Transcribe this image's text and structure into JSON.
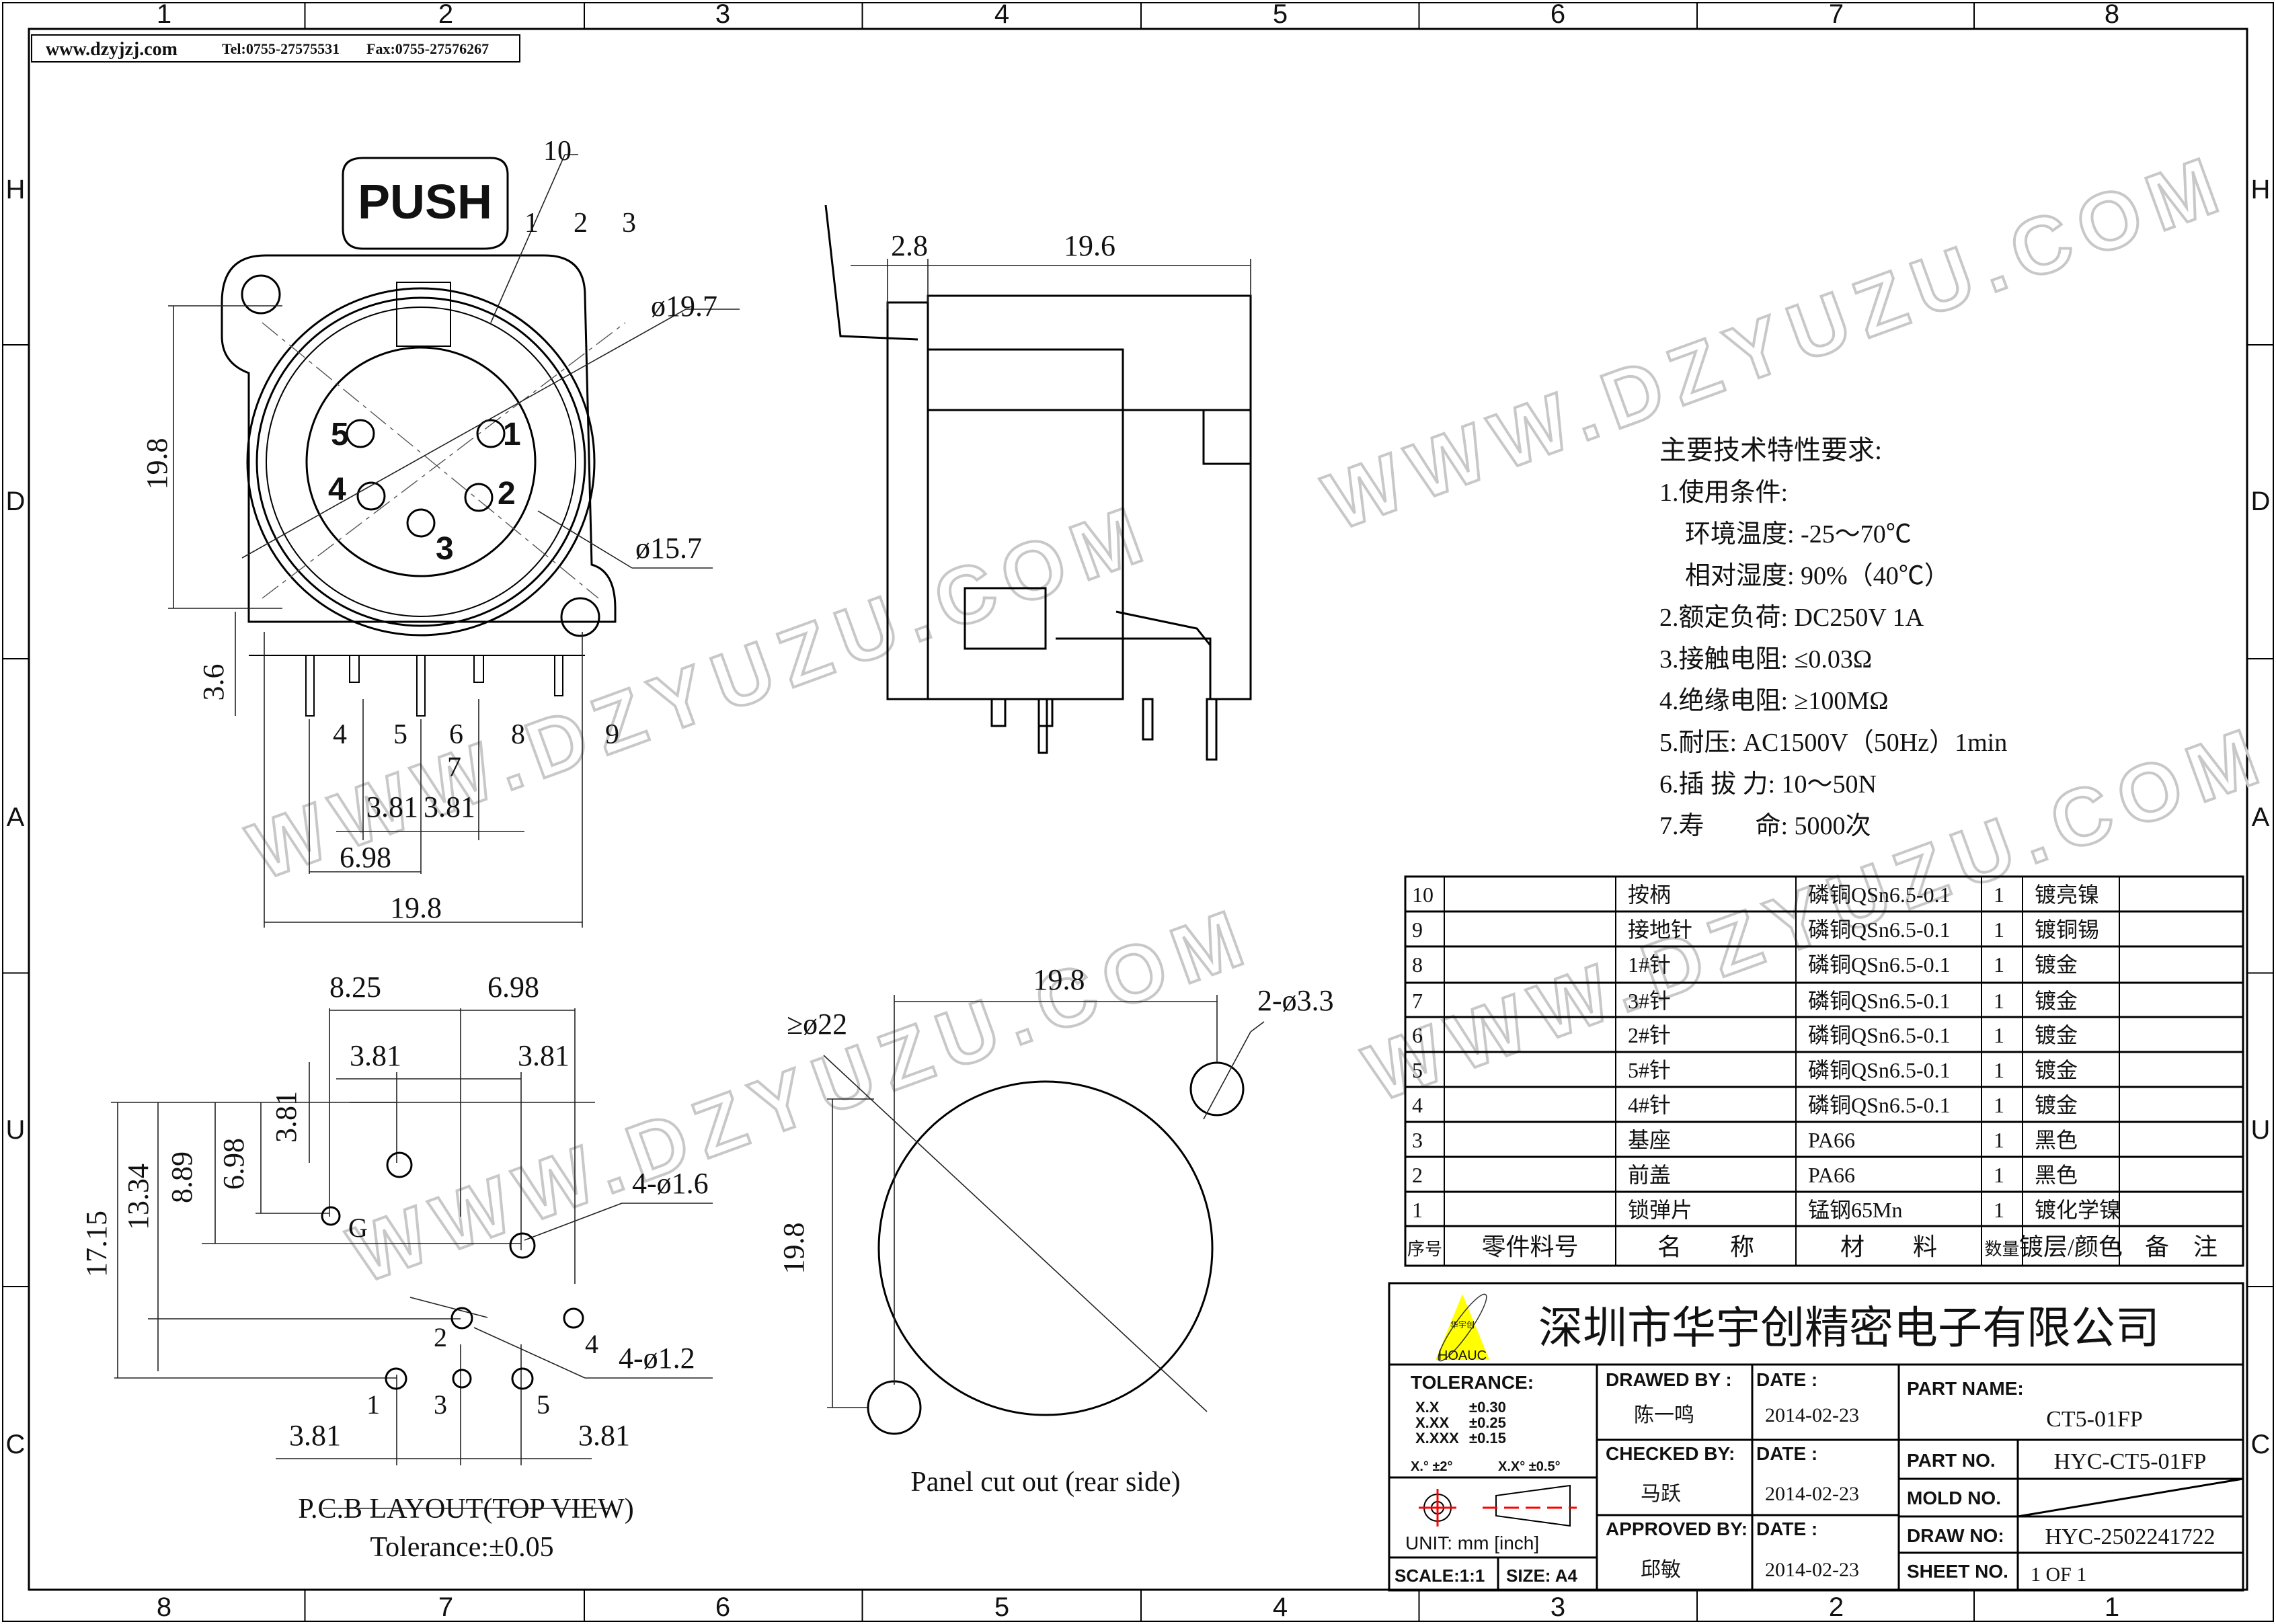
{
  "header": {
    "website": "www.dzyjzj.com",
    "tel": "Tel:0755-27575531",
    "fax": "Fax:0755-27576267"
  },
  "zones": {
    "top": [
      "1",
      "2",
      "3",
      "4",
      "5",
      "6",
      "7",
      "8"
    ],
    "bottom": [
      "8",
      "7",
      "6",
      "5",
      "4",
      "3",
      "2",
      "1"
    ],
    "side": [
      "H",
      "D",
      "A",
      "U",
      "C"
    ]
  },
  "watermark": "WWW.DZYUZU.COM",
  "front_view": {
    "push_label": "PUSH",
    "callouts": [
      "10",
      "1",
      "2",
      "3",
      "4",
      "5",
      "6",
      "7",
      "8",
      "9"
    ],
    "pin_numbers": [
      "5",
      "1",
      "4",
      "2",
      "3"
    ],
    "dims": {
      "outer_dia": "ø19.7",
      "inner_dia": "ø15.7",
      "height": "19.8",
      "pin_len": "3.6",
      "pitch_a": "3.81",
      "pitch_b": "3.81",
      "span": "6.98",
      "width": "19.8"
    }
  },
  "side_view": {
    "dims": {
      "a": "2.8",
      "b": "19.6"
    }
  },
  "pcb_layout": {
    "dims": {
      "d1": "8.25",
      "d2": "6.98",
      "d3": "3.81",
      "d4": "3.81",
      "v1": "3.81",
      "v2": "6.98",
      "v3": "8.89",
      "v4": "13.34",
      "v5": "17.15",
      "b1": "3.81",
      "b2": "3.81"
    },
    "holes_large": "4-ø1.6",
    "holes_small": "4-ø1.2",
    "ground_label": "G",
    "pin_labels": [
      "1",
      "2",
      "3",
      "4",
      "5"
    ],
    "title": "P.C.B LAYOUT(TOP VIEW)",
    "tolerance": "Tolerance:±0.05"
  },
  "panel_cutout": {
    "dims": {
      "width": "19.8",
      "height": "19.8",
      "holes": "2-ø3.3",
      "min_dia": "≥ø22"
    },
    "caption": "Panel cut out (rear side)"
  },
  "specs": {
    "title": "主要技术特性要求:",
    "lines": [
      "1.使用条件:",
      "　环境温度: -25～70℃",
      "　相对湿度: 90%（40℃）",
      "2.额定负荷: DC250V 1A",
      "3.接触电阻: ≤0.03Ω",
      "4.绝缘电阻: ≥100MΩ",
      "5.耐压: AC1500V（50Hz）1min",
      "6.插 拔 力: 10～50N",
      "7.寿　　命: 5000次"
    ]
  },
  "bom": {
    "headers": [
      "序号",
      "零件料号",
      "名　　称",
      "材　　料",
      "数量",
      "镀层/颜色",
      "备　注"
    ],
    "rows": [
      [
        "10",
        "",
        "按柄",
        "磷铜QSn6.5-0.1",
        "1",
        "镀亮镍",
        ""
      ],
      [
        "9",
        "",
        "接地针",
        "磷铜QSn6.5-0.1",
        "1",
        "镀铜锡",
        ""
      ],
      [
        "8",
        "",
        "1#针",
        "磷铜QSn6.5-0.1",
        "1",
        "镀金",
        ""
      ],
      [
        "7",
        "",
        "3#针",
        "磷铜QSn6.5-0.1",
        "1",
        "镀金",
        ""
      ],
      [
        "6",
        "",
        "2#针",
        "磷铜QSn6.5-0.1",
        "1",
        "镀金",
        ""
      ],
      [
        "5",
        "",
        "5#针",
        "磷铜QSn6.5-0.1",
        "1",
        "镀金",
        ""
      ],
      [
        "4",
        "",
        "4#针",
        "磷铜QSn6.5-0.1",
        "1",
        "镀金",
        ""
      ],
      [
        "3",
        "",
        "基座",
        "PA66",
        "1",
        "黑色",
        ""
      ],
      [
        "2",
        "",
        "前盖",
        "PA66",
        "1",
        "黑色",
        ""
      ],
      [
        "1",
        "",
        "锁弹片",
        "锰钢65Mn",
        "1",
        "镀化学镍",
        ""
      ]
    ]
  },
  "title_block": {
    "company": "深圳市华宇创精密电子有限公司",
    "logo_text": "HOAUC",
    "logo_cn": "华宇创",
    "tolerance_label": "TOLERANCE:",
    "tolerances": [
      [
        "X.X",
        "±0.30"
      ],
      [
        "X.XX",
        "±0.25"
      ],
      [
        "X.XXX",
        "±0.15"
      ]
    ],
    "angle_tol": [
      "X.° ±2°",
      "X.X° ±0.5°"
    ],
    "unit": "UNIT:  mm  [inch]",
    "scale": "SCALE:1:1",
    "size": "SIZE: A4",
    "drawed_by_label": "DRAWED BY :",
    "drawed_by": "陈一鸣",
    "checked_by_label": "CHECKED BY:",
    "checked_by": "马跃",
    "approved_by_label": "APPROVED BY:",
    "approved_by": "邱敏",
    "date_label": "DATE :",
    "dates": [
      "2014-02-23",
      "2014-02-23",
      "2014-02-23"
    ],
    "part_name_label": "PART NAME:",
    "part_name": "CT5-01FP",
    "part_no_label": "PART NO.",
    "part_no": "HYC-CT5-01FP",
    "mold_no_label": "MOLD NO.",
    "draw_no_label": "DRAW NO:",
    "draw_no": "HYC-2502241722",
    "sheet_no_label": "SHEET NO.",
    "sheet_no": "1 OF 1",
    "accent_yellow": "#ffff00",
    "accent_red": "#ff0000"
  }
}
